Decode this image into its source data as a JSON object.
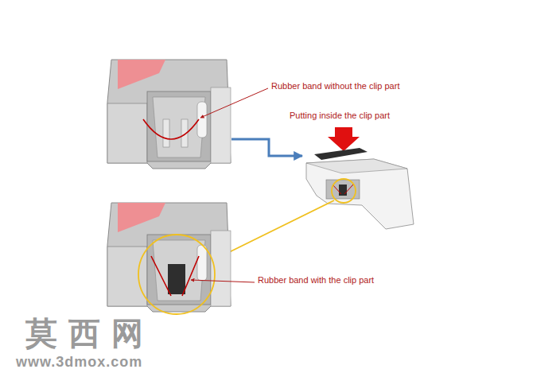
{
  "diagram": {
    "labels": [
      "Rubber band without the clip part",
      "Putting inside the clip part",
      "Rubber band with the clip part",
      "莫西网",
      "www.3dmox.com"
    ]
  }
}
